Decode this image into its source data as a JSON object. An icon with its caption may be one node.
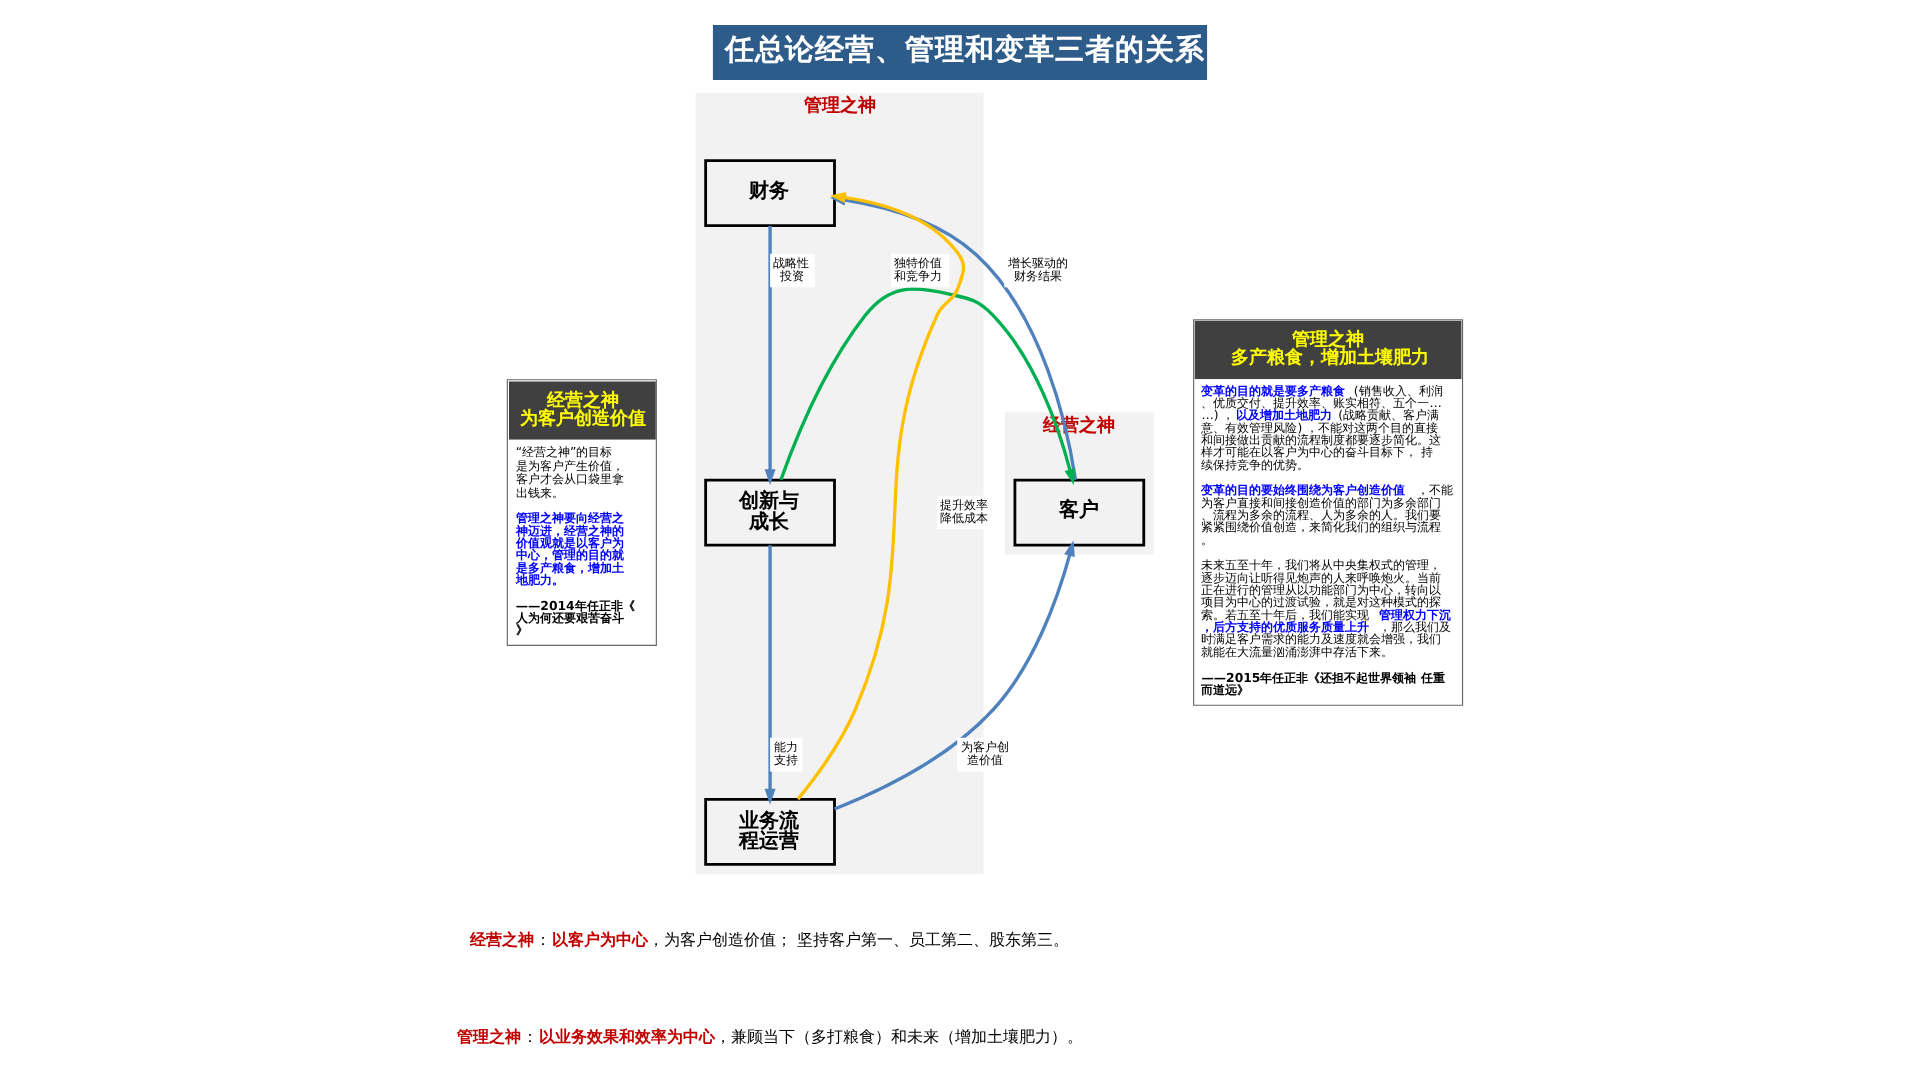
{
  "diagram": {
    "title": "任总论经营、管理和变革三者的关系",
    "nodes": [
      {
        "text": [
          "经营之神为客户创造价值",
          "“经营之神”的目标是为客户产生价值，客户才会从口袋里拿出钱来。",
          "管理之神要向经营之神迈进，经营之神的价值观就是以客户为中心，管理的目的就是多产粮食，增加土地肥力。",
          "——2014年任正非《人为何还要艰苦奋斗》"
        ]
      },
      {
        "text": [
          "管理之神多产粮食，增加土壤肥力",
          "**变革的目的就是要多产粮食**(销售收入、利润、优质交付、提升效率、账实相符、五个一……) ，**以及增加土地肥力**(战略贡献、客户满意、有效管理风险) ，不能对这两个目的直接和间接做出贡献的流程制度都要逐步简化。这样才可能在以客户为中心的奋斗目标下， 持续保持竞争的优势。",
          "**变革的目的要始终围绕为客户创造价值**，不能为客户直接和间接创造价值的部门为多余部门、流程为多余的流程、人为多余的人。我们要紧紧围绕价值创造，来简化我们的组织与流程。",
          "未来五至十年，我们将从中央集权式的管理，逐步迈向让听得见炮声的人来呼唤炮火。当前正在进行的管理从以功能部门为中心，转向以项目为中心的过渡试验，就是对这种模式的探索。若五至十年后，我们能实现**管理权力下沉，后方支持的优质服务质量上升**，那么我们及时满足客户需求的能力及速度就会增强，我们就能在大流量汹涌澎湃中存活下来。",
          "——2015年任正非《还担不起世界领袖 任重而道远》"
        ]
      },
      {
        "text": [
          "经营之神"
        ]
      },
      {
        "text": [
          "管理之神"
        ]
      },
      {
        "text": [
          "财务"
        ],
        "in": 3
      },
      {
        "text": [
          "客户"
        ],
        "in": 2
      },
      {
        "text": [
          "创新与成长"
        ],
        "in": 3
      },
      {
        "text": [
          "业务流程运营"
        ],
        "in": 3
      }
    ],
    "edges": [
      {
        "from": 5,
        "to": 4,
        "arrow": "to",
        "label": "增长驱动的财务结果"
      },
      {
        "from": 4,
        "to": 6,
        "arrow": "to",
        "label": "战略性投资"
      },
      {
        "from": 6,
        "to": 7,
        "arrow": "to",
        "label": "能力支持"
      },
      {
        "from": 7,
        "to": 5,
        "arrow": "to",
        "label": "为客户创造价值"
      },
      {
        "from": 6,
        "to": 5,
        "arrow": "to",
        "label": "独特价值和竞争力",
        "color": "#00b050"
      },
      {
        "from": 7,
        "to": 4,
        "arrow": "to",
        "label": "提升效率降低成本",
        "color": "#ffc000"
      }
    ],
    "labels": [
      "**经营之神**：**以客户为中心**，为客户创造价值； 坚持客户第一、员工第二、股东第三。",
      "**管理之神**：**以业务效果和效率为中心**，兼顾当下（多打粮食）和未来（增加土壤肥力）。"
    ]
  }
}
